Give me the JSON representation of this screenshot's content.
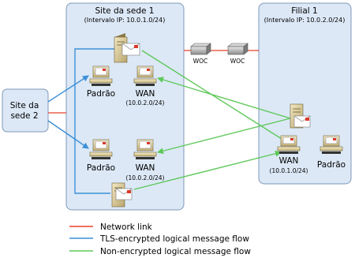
{
  "site1": {
    "title": "Site da sede 1",
    "range": "(Intervalo IP: 10.0.1.0/24)"
  },
  "branch": {
    "title": "Filial 1",
    "range": "(Intervalo IP: 10.0.2.0/24)"
  },
  "site2": {
    "line1": "Site da",
    "line2": "sede  2"
  },
  "woc": {
    "left": "WOC",
    "right": "WOC"
  },
  "nodes": {
    "padrao_top": "Padrão",
    "wan_top": "WAN",
    "wan_top_range": "(10.0.2.0/24)",
    "padrao_bottom": "Padrão",
    "wan_bottom": "WAN",
    "wan_bottom_range": "(10.0.2.0/24)",
    "branch_wan": "WAN",
    "branch_wan_range": "(10.0.1.0/24)",
    "branch_padrao": "Padrão"
  },
  "legend": {
    "network": "Network link",
    "tls": "TLS-encrypted logical message flow",
    "plain": "Non-encrypted logical message flow"
  },
  "colors": {
    "network": "#e8412a",
    "tls": "#3c8fd6",
    "plain": "#5ec85a",
    "site_fill": "#dce8f6",
    "site_border": "#7f99b8"
  }
}
